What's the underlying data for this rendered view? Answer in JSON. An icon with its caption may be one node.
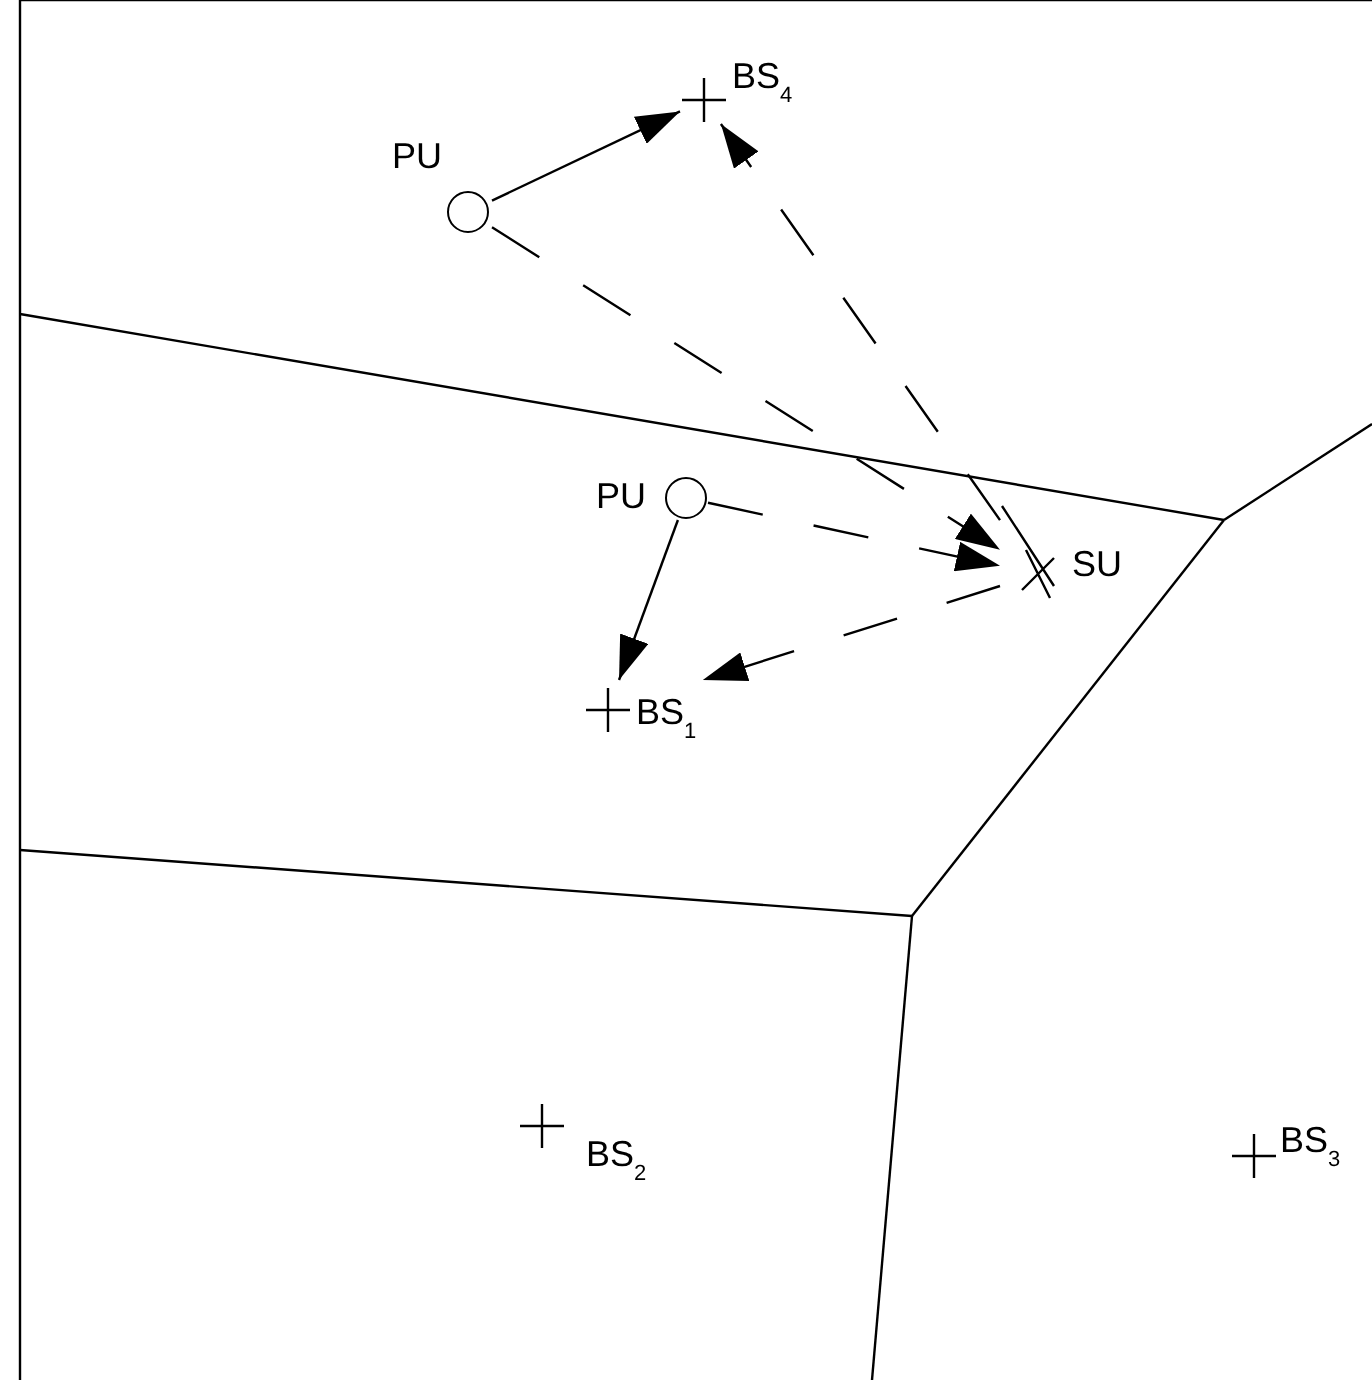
{
  "diagram": {
    "nodes": [
      {
        "text": [
          "BS$_{4}$"
        ]
      },
      {
        "text": [
          "PU"
        ]
      },
      {
        "text": [
          "PU"
        ]
      },
      {
        "text": [
          "SU"
        ]
      },
      {
        "text": [
          "BS$_{1}$"
        ]
      },
      {
        "text": [
          "BS$_{2}$"
        ]
      },
      {
        "text": [
          "BS$_{3}$"
        ]
      }
    ],
    "edges": [
      {
        "from": 1,
        "to": 0,
        "arrow": "to"
      },
      {
        "from": 3,
        "to": 0,
        "arrow": "to",
        "style": "dashed"
      },
      {
        "from": 1,
        "to": 3,
        "arrow": "to",
        "style": "dashed"
      },
      {
        "from": 2,
        "to": 3,
        "arrow": "to",
        "style": "dashed"
      },
      {
        "from": 2,
        "to": 4,
        "arrow": "to"
      },
      {
        "from": 3,
        "to": 4,
        "arrow": "to",
        "style": "dashed"
      }
    ]
  }
}
